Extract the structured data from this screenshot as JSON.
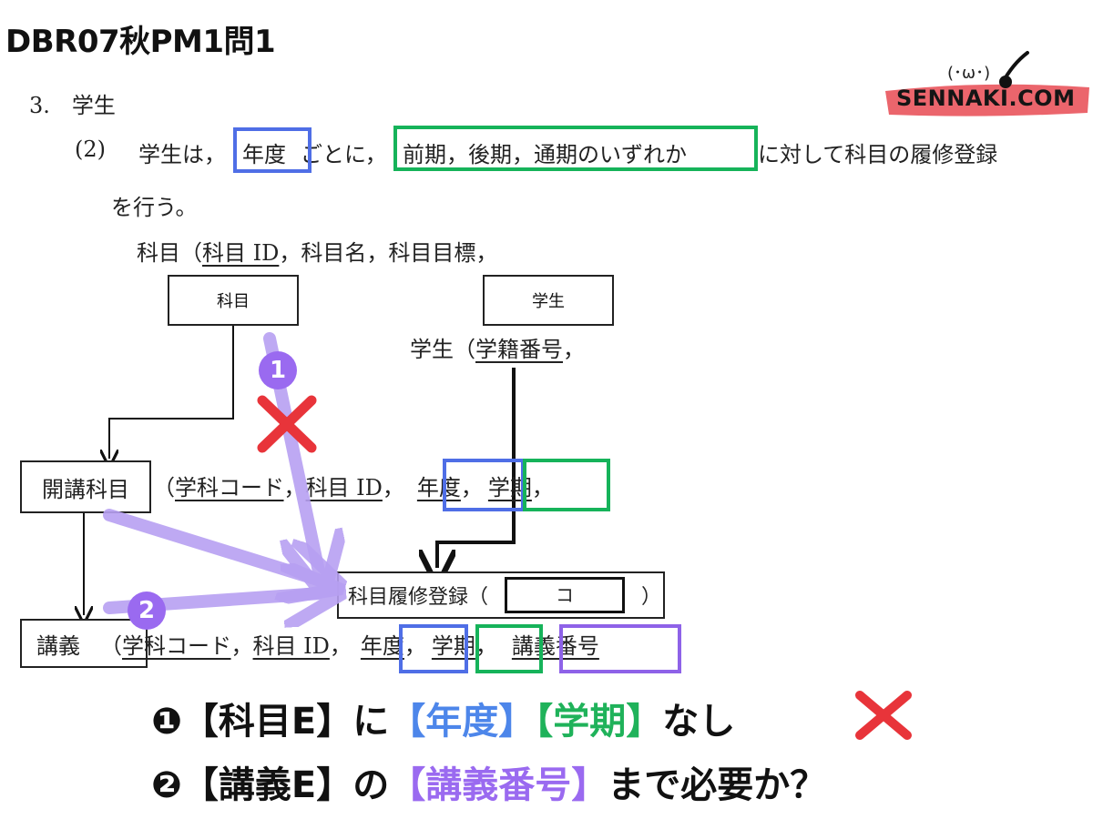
{
  "title": "DBR07秋PM1問1",
  "logo": {
    "text": "SENNAKI.COM",
    "face": "(･ω･)"
  },
  "problem": {
    "section": "3.　学生",
    "item_no": "(2)",
    "line1_a": "学生は，",
    "line1_year": "年度",
    "line1_b": "ごとに，",
    "line1_terms": "前期，後期，通期のいずれか",
    "line1_c": "に対して科目の履修登録",
    "line2": "を行う。"
  },
  "schemas": {
    "kamoku": {
      "prefix": "科目（",
      "key": "科目 ID",
      "rest": "，科目名，科目目標，"
    },
    "gakusei": {
      "prefix": "学生（",
      "key": "学籍番号",
      "rest": "，"
    },
    "kaiko": {
      "name": "開講科目",
      "paren": "（",
      "attr1": "学科コード",
      "sep1": "，",
      "attr2": "科目 ID",
      "sep2": "，",
      "attr3": "年度",
      "sep3": "，",
      "attr4": "学期",
      "sep4": "，"
    },
    "kogi": {
      "name": "講義",
      "paren": "（",
      "attr1": "学科コード",
      "sep1": "，",
      "attr2": "科目 ID",
      "sep2": "，",
      "attr3": "年度",
      "sep3": "，",
      "attr4": "学期",
      "sep4": "，",
      "attr5": "講義番号"
    },
    "rishu": {
      "name": "科目履修登録（",
      "blank": "コ",
      "close": "）"
    }
  },
  "entities": {
    "kamoku": "科目",
    "gakusei": "学生"
  },
  "markers": {
    "one": "1",
    "two": "2"
  },
  "notes": {
    "n1_bullet": "❶",
    "n1_a": "【科目E】に",
    "n1_b": "【年度】",
    "n1_c": "【学期】",
    "n1_d": "なし",
    "n2_bullet": "❷",
    "n2_a": "【講義E】の",
    "n2_b": "【講義番号】",
    "n2_c": "まで必要か？"
  },
  "colors": {
    "blue": "#4f6ee6",
    "green": "#16b35a",
    "purple": "#9a6af0",
    "red": "#e8343a",
    "logo_red": "#e9545c"
  }
}
